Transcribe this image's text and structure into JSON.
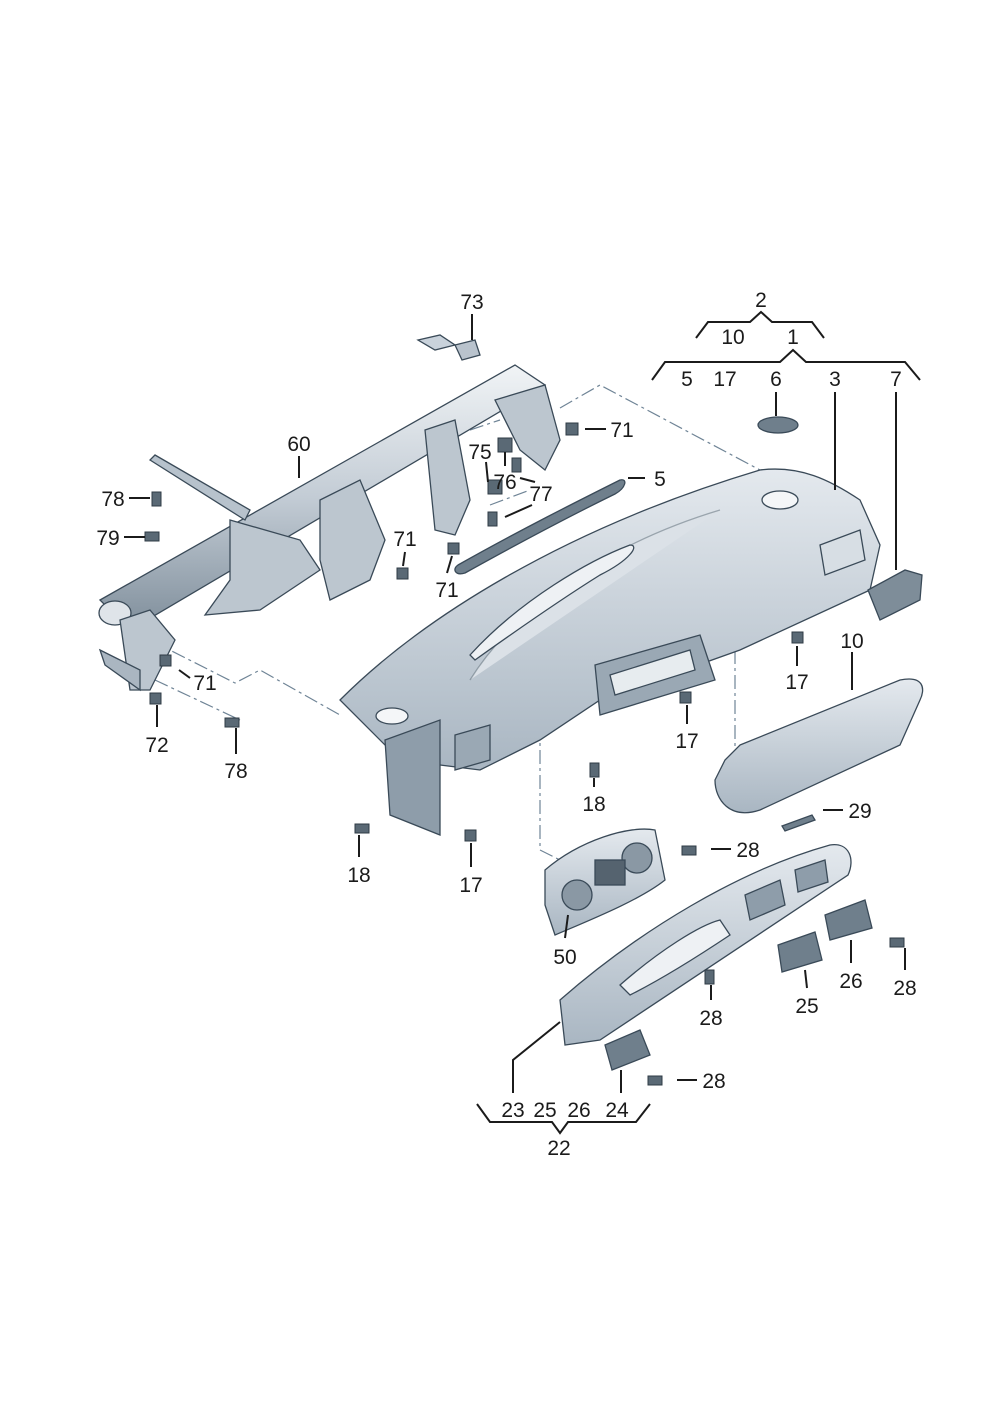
{
  "diagram": {
    "title": "Dashboard assembly parts diagram",
    "callouts": [
      "73",
      "2",
      "10",
      "1",
      "5",
      "17",
      "6",
      "3",
      "7",
      "71",
      "60",
      "75",
      "76",
      "77",
      "5",
      "78",
      "79",
      "71",
      "71",
      "10",
      "17",
      "71",
      "17",
      "72",
      "78",
      "18",
      "29",
      "28",
      "18",
      "17",
      "50",
      "26",
      "28",
      "25",
      "28",
      "28",
      "23",
      "25",
      "26",
      "24",
      "22"
    ]
  },
  "colors": {
    "part_fill": "#c9d2db",
    "part_shade": "#8e9daa",
    "line": "#1b1b1b",
    "dash": "#6f8496"
  }
}
